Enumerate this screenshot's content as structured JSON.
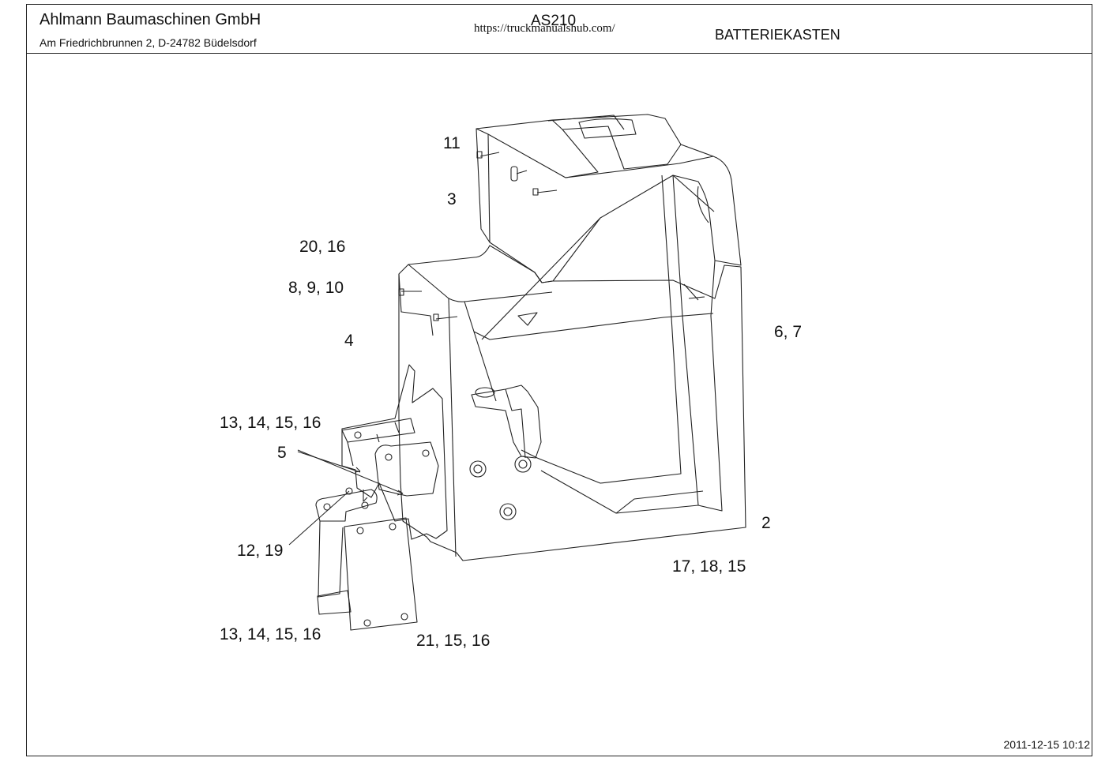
{
  "header": {
    "company": "Ahlmann Baumaschinen GmbH",
    "address": "Am Friedrichbrunnen 2,  D-24782 Büdelsdorf",
    "model": "AS210",
    "watermark_url": "https://truckmanualshub.com/",
    "section_title": "BATTERIEKASTEN"
  },
  "footer": {
    "timestamp": "2011-12-15 10:12"
  },
  "callouts": [
    {
      "id": "c11",
      "text": "11"
    },
    {
      "id": "c3",
      "text": "3"
    },
    {
      "id": "c20_16",
      "text": "20, 16"
    },
    {
      "id": "c8_9_10",
      "text": "8, 9, 10"
    },
    {
      "id": "c4",
      "text": "4"
    },
    {
      "id": "c6_7",
      "text": "6, 7"
    },
    {
      "id": "c13a",
      "text": "13, 14, 15, 16"
    },
    {
      "id": "c5",
      "text": "5"
    },
    {
      "id": "c12_19",
      "text": "12, 19"
    },
    {
      "id": "c2",
      "text": "2"
    },
    {
      "id": "c17_18_15",
      "text": "17, 18, 15"
    },
    {
      "id": "c13b",
      "text": "13, 14, 15, 16"
    },
    {
      "id": "c21_15_16",
      "text": "21, 15, 16"
    }
  ],
  "colors": {
    "line": "#222222",
    "background": "#ffffff"
  }
}
